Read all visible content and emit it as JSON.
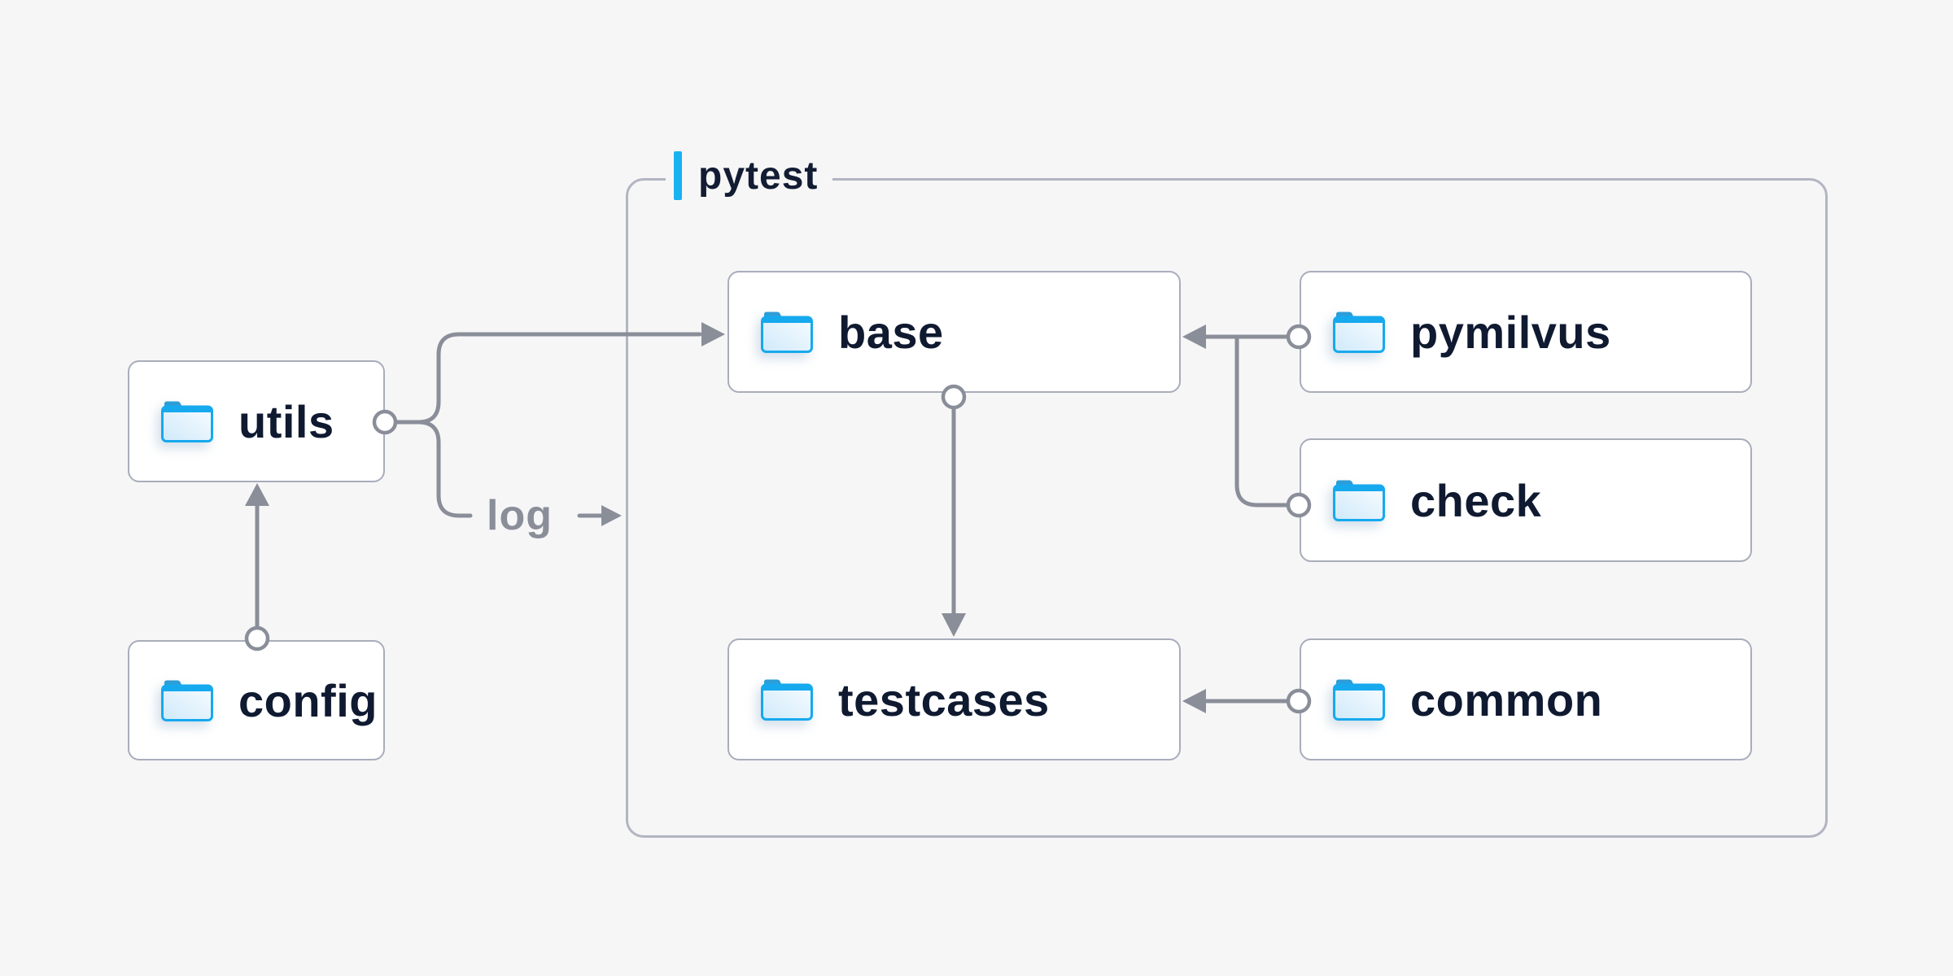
{
  "diagram": {
    "group": {
      "label": "pytest",
      "accent_color": "#18b2f0"
    },
    "log_label": "log",
    "nodes": [
      {
        "id": "utils",
        "label": "utils",
        "icon": "folder-icon",
        "group": null
      },
      {
        "id": "config",
        "label": "config",
        "icon": "folder-icon",
        "group": null
      },
      {
        "id": "base",
        "label": "base",
        "icon": "folder-icon",
        "group": "pytest"
      },
      {
        "id": "pymilvus",
        "label": "pymilvus",
        "icon": "folder-icon",
        "group": "pytest"
      },
      {
        "id": "check",
        "label": "check",
        "icon": "folder-icon",
        "group": "pytest"
      },
      {
        "id": "testcases",
        "label": "testcases",
        "icon": "folder-icon",
        "group": "pytest"
      },
      {
        "id": "common",
        "label": "common",
        "icon": "folder-icon",
        "group": "pytest"
      }
    ],
    "edges": [
      {
        "from": "config",
        "to": "utils",
        "marker_start": "circle",
        "marker_end": "arrow"
      },
      {
        "from": "utils",
        "to": "base",
        "marker_start": "circle",
        "marker_end": "arrow"
      },
      {
        "from": "utils",
        "to": "pytest-group",
        "marker_start": "circle",
        "marker_end": "arrow",
        "label": "log"
      },
      {
        "from": "pymilvus",
        "to": "base",
        "marker_start": "circle",
        "marker_end": "arrow"
      },
      {
        "from": "check",
        "to": "base",
        "marker_start": "circle",
        "marker_end": "arrow"
      },
      {
        "from": "base",
        "to": "testcases",
        "marker_start": "circle",
        "marker_end": "arrow"
      },
      {
        "from": "common",
        "to": "testcases",
        "marker_start": "circle",
        "marker_end": "arrow"
      }
    ],
    "colors": {
      "background": "#f6f6f7",
      "node_fill": "#ffffff",
      "node_border": "#a9adbb",
      "group_border": "#b2b5c1",
      "edge": "#8a8e99",
      "node_text": "#0f1a31",
      "muted_text": "#8a8e99",
      "accent_cyan": "#18b2f0",
      "folder_border": "#16a9ee",
      "folder_tab": "#2d9dd8",
      "folder_fill_top": "#f8fcff",
      "folder_fill_bottom": "#cfe9fa"
    }
  }
}
